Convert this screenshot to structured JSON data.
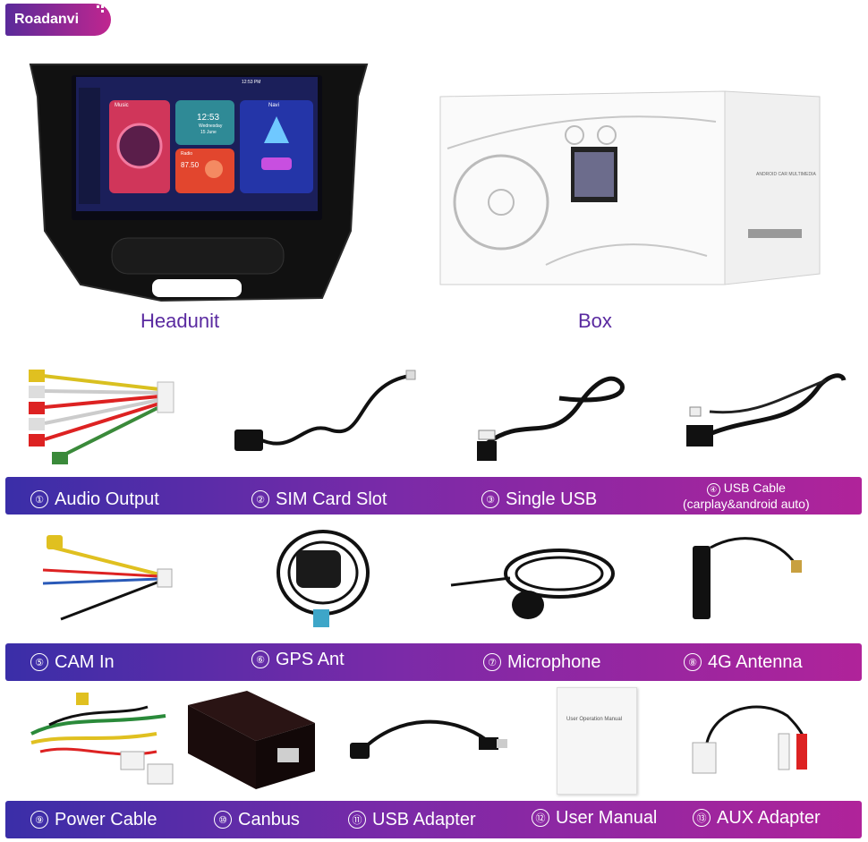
{
  "brand": {
    "name": "Roadanvi"
  },
  "top": {
    "headunit_label": "Headunit",
    "box_label": "Box",
    "screen": {
      "music": "Music",
      "clock": "12:53",
      "day": "Wednesday",
      "date": "15 June",
      "navi": "Navi",
      "radio": "87.50",
      "radio_label": "Radio",
      "status_time": "12:53 PM"
    }
  },
  "box_text": {
    "side": "ANDROID CAR MULTIMEDIA"
  },
  "rows": [
    {
      "items": [
        {
          "num": "①",
          "label": "Audio Output"
        },
        {
          "num": "②",
          "label": "SIM Card Slot"
        },
        {
          "num": "③",
          "label": "Single USB"
        },
        {
          "num": "④",
          "label": "USB Cable",
          "sub": "(carplay&android auto)"
        }
      ]
    },
    {
      "items": [
        {
          "num": "⑤",
          "label": "CAM In"
        },
        {
          "num": "⑥",
          "label": "GPS Ant"
        },
        {
          "num": "⑦",
          "label": "Microphone"
        },
        {
          "num": "⑧",
          "label": "4G Antenna"
        }
      ]
    },
    {
      "items": [
        {
          "num": "⑨",
          "label": "Power Cable"
        },
        {
          "num": "⑩",
          "label": "Canbus"
        },
        {
          "num": "⑪",
          "label": "USB Adapter"
        },
        {
          "num": "⑫",
          "label": "User Manual"
        },
        {
          "num": "⑬",
          "label": "AUX Adapter"
        }
      ]
    }
  ],
  "manual": {
    "title": "User Operation Manual"
  },
  "colors": {
    "band_start": "#3a2ea8",
    "band_end": "#b0239a",
    "caption": "#5a2aa0"
  }
}
